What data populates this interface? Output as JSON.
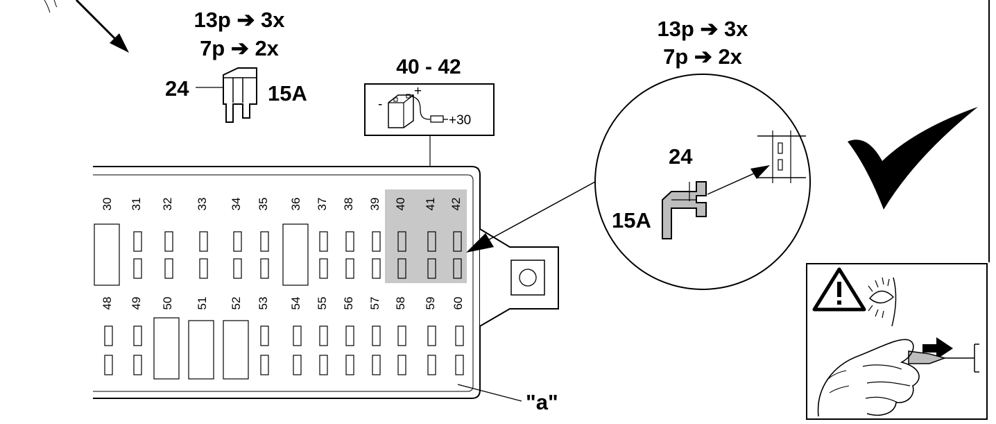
{
  "ratio_left": {
    "line1": "13p ➔ 3x",
    "line2": "7p ➔ 2x"
  },
  "ratio_right": {
    "line1": "13p ➔ 3x",
    "line2": "7p ➔ 2x"
  },
  "fuse_left": {
    "position": "24",
    "rating": "15A"
  },
  "fuse_range_label": "40 - 42",
  "battery_box": {
    "minus": "-",
    "plus": "+",
    "terminal": "+30"
  },
  "fuse_box": {
    "top_row": [
      "30",
      "31",
      "32",
      "33",
      "34",
      "35",
      "36",
      "37",
      "38",
      "39",
      "40",
      "41",
      "42"
    ],
    "bottom_row": [
      "48",
      "49",
      "50",
      "51",
      "52",
      "53",
      "54",
      "55",
      "56",
      "57",
      "58",
      "59",
      "60"
    ],
    "highlighted": [
      "40",
      "41",
      "42"
    ]
  },
  "callout": {
    "position": "24",
    "rating": "15A"
  },
  "label_a": "\"a\"",
  "warning_icon": "warning-triangle-icon",
  "check_icon": "checkmark-icon",
  "colors": {
    "highlight": "#c8c8c8",
    "fuse_body": "#bdbdbd",
    "ink": "#000000"
  }
}
